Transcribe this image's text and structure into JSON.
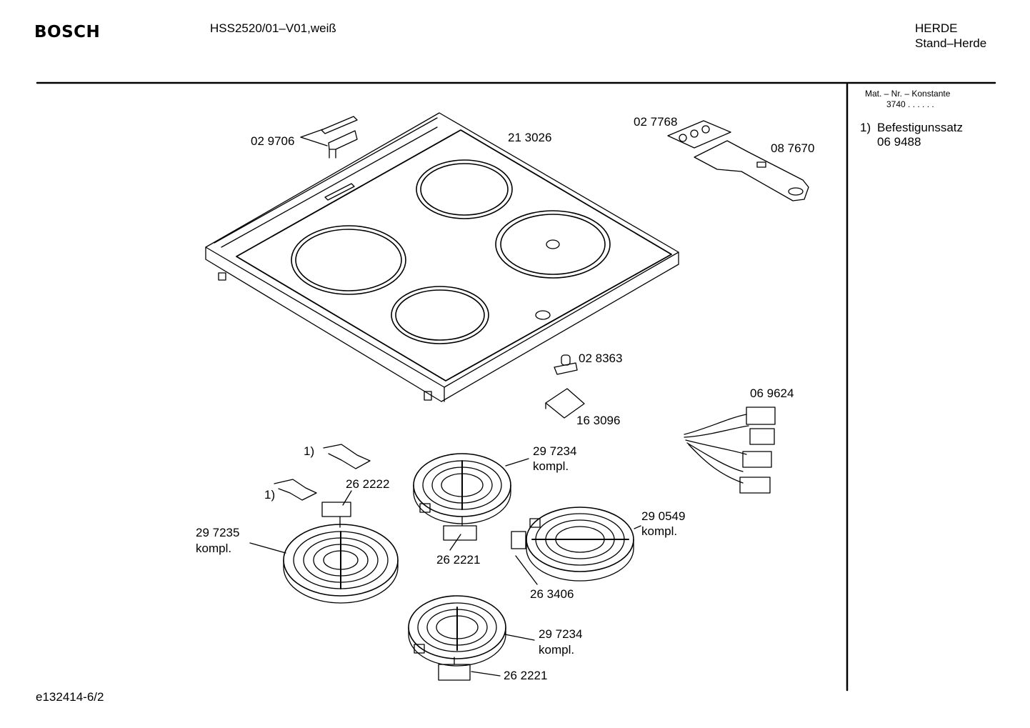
{
  "header": {
    "brand": "BOSCH",
    "model": "HSS2520/01–V01,weiß",
    "category_line1": "HERDE",
    "category_line2": "Stand–Herde"
  },
  "sidebar": {
    "mat_heading": "Mat. – Nr. – Konstante",
    "mat_value": "3740  .  .  .  .  .  .",
    "note_marker": "1)",
    "note_text": "Befestigunssatz",
    "note_part": "06 9488"
  },
  "labels": {
    "p029706": "02 9706",
    "p213026": "21 3026",
    "p027768": "02 7768",
    "p087670": "08 7670",
    "p028363": "02 8363",
    "p163096": "16 3096",
    "p069624": "06 9624",
    "fix1": "1)",
    "fix2": "1)",
    "p262222": "26 2222",
    "p297234a": "29 7234",
    "p297234a_sub": "kompl.",
    "p297235": "29 7235",
    "p297235_sub": "kompl.",
    "p262221a": "26 2221",
    "p290549": "29 0549",
    "p290549_sub": "kompl.",
    "p263406": "26 3406",
    "p297234b": "29 7234",
    "p297234b_sub": "kompl.",
    "p262221b": "26 2221"
  },
  "footer": {
    "doc_id": "e132414-6/2"
  }
}
